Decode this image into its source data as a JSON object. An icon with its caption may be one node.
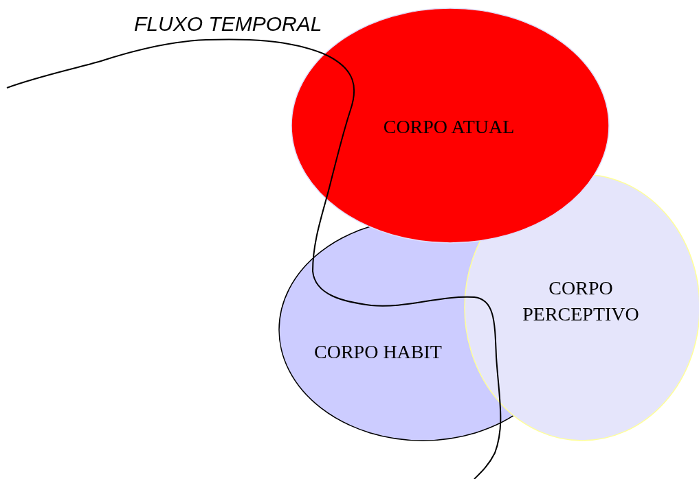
{
  "diagram": {
    "nodes": [
      {
        "text": [
          "CORPO ATUAL"
        ]
      },
      {
        "text": [
          "CORPO HABIT"
        ]
      },
      {
        "text": [
          "CORPO PERCEPTIVO"
        ]
      }
    ],
    "labels": [
      "FLUXO TEMPORAL"
    ]
  }
}
